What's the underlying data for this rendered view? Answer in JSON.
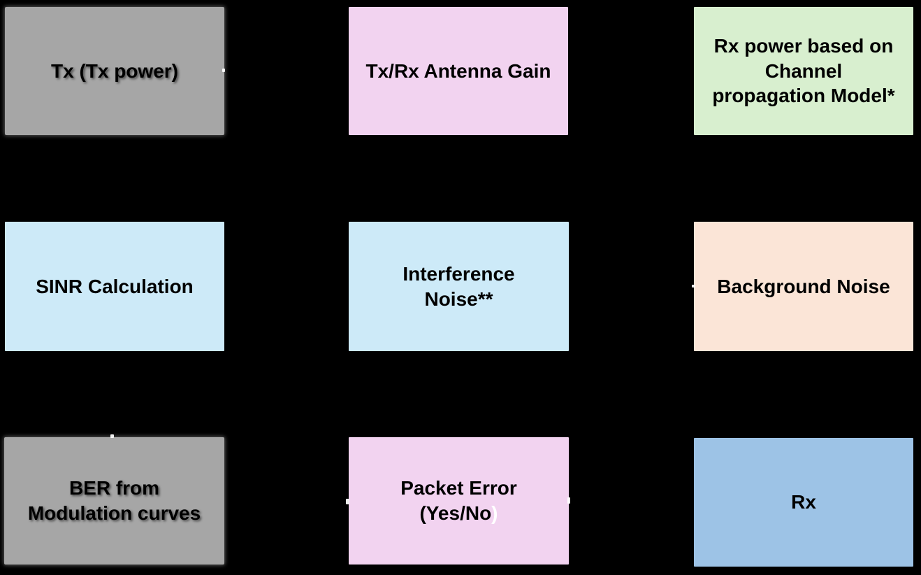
{
  "diagram": {
    "background_color": "#000000",
    "text_color": "#000000",
    "boxes": [
      {
        "id": "tx",
        "label": "Tx (Tx power)",
        "fill": "#a6a6a6"
      },
      {
        "id": "antenna-gain",
        "label": "Tx/Rx Antenna Gain",
        "fill": "#f2d3f0"
      },
      {
        "id": "rx-power",
        "label": "Rx power based on\nChannel\npropagation Model*",
        "fill": "#d8efcf"
      },
      {
        "id": "sinr",
        "label": "SINR Calculation",
        "fill": "#cdeaf8"
      },
      {
        "id": "interference",
        "label": "Interference\nNoise**",
        "fill": "#cdeaf8"
      },
      {
        "id": "background-noise",
        "label": "Background Noise",
        "fill": "#fbe5d7"
      },
      {
        "id": "ber",
        "label": "BER from\nModulation curves",
        "fill": "#a6a6a6"
      },
      {
        "id": "packet-error",
        "label": "Packet Error\n(Yes/No",
        "label_suffix": ")",
        "suffix_color": "#ffffff",
        "fill": "#f2d3f0"
      },
      {
        "id": "rx",
        "label": "Rx",
        "fill": "#9dc3e6"
      }
    ]
  }
}
